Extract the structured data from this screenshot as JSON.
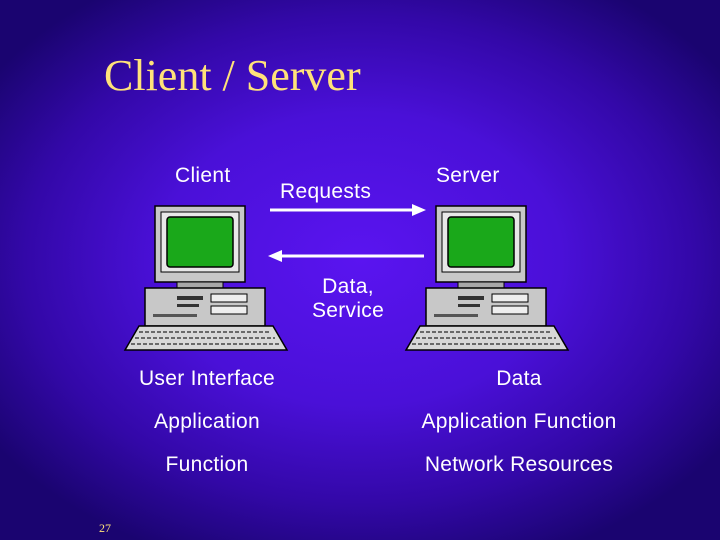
{
  "slide": {
    "title": "Client / Server",
    "page_number": "27"
  },
  "diagram": {
    "client_label": "Client",
    "server_label": "Server",
    "requests_label": "Requests",
    "data_service_line1": "Data,",
    "data_service_line2": "Service",
    "icons": {
      "client_computer": "desktop-computer-icon",
      "server_computer": "desktop-computer-icon"
    },
    "colors": {
      "screen": "#1aa81a",
      "computer_body": "#c8c8c8",
      "arrow": "#ffffff",
      "title": "#ffe27a"
    }
  },
  "client_roles": [
    "User Interface",
    "Application",
    "Function"
  ],
  "server_roles": [
    "Data",
    "Application Function",
    "Network Resources"
  ]
}
